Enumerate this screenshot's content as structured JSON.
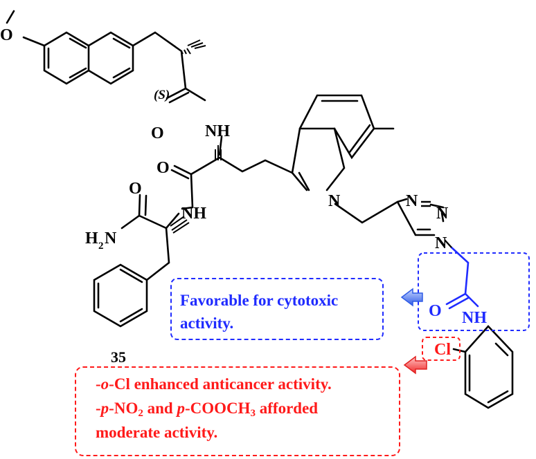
{
  "compound_number": "35",
  "stereo_label": "(S)",
  "atoms": {
    "methoxy_o": "O",
    "amide1_o": "O",
    "amide1_nh": "NH",
    "amide2_o": "O",
    "amide2_nh": "NH",
    "terminal_o": "O",
    "h2n_h": "H",
    "h2n_sub": "2",
    "h2n_n": "N",
    "indole_n": "N",
    "triazole_n1": "N",
    "triazole_n2": "N",
    "triazole_n3": "N",
    "acetamide_o": "O",
    "acetamide_nh": "NH",
    "chloro": "Cl"
  },
  "annotations": {
    "favorable_line1": "Favorable for cytotoxic",
    "favorable_line2": "activity.",
    "red_line1_prefix": "-",
    "red_line1_italic": "o",
    "red_line1_rest": "-Cl enhanced anticancer activity.",
    "red_line2_prefix": "-",
    "red_line2_italic1": "p",
    "red_line2_mid": "-NO",
    "red_line2_sub1": "2",
    "red_line2_and": " and ",
    "red_line2_italic2": "p",
    "red_line2_cooch": "-COOCH",
    "red_line2_sub2": "3",
    "red_line2_end": " afforded",
    "red_line3": "moderate activity."
  },
  "colors": {
    "bond": "#000000",
    "highlight_blue": "#1f2bff",
    "highlight_red": "#ff1a1a",
    "arrow_blue": "#3a6cf0",
    "arrow_red": "#ff3a3a"
  }
}
